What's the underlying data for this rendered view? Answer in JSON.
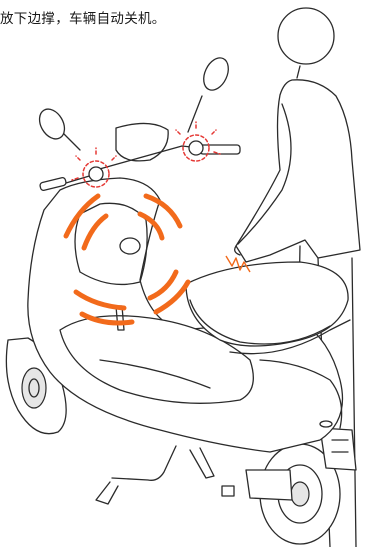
{
  "caption": "放下边撑，车辆自动关机。",
  "colors": {
    "vibration": "#f26a1b",
    "flash": "#e53935",
    "line": "#2b2b2b"
  },
  "icons": [
    "person-figure",
    "scooter",
    "vibration-arcs",
    "flashing-light",
    "spark-icon"
  ]
}
